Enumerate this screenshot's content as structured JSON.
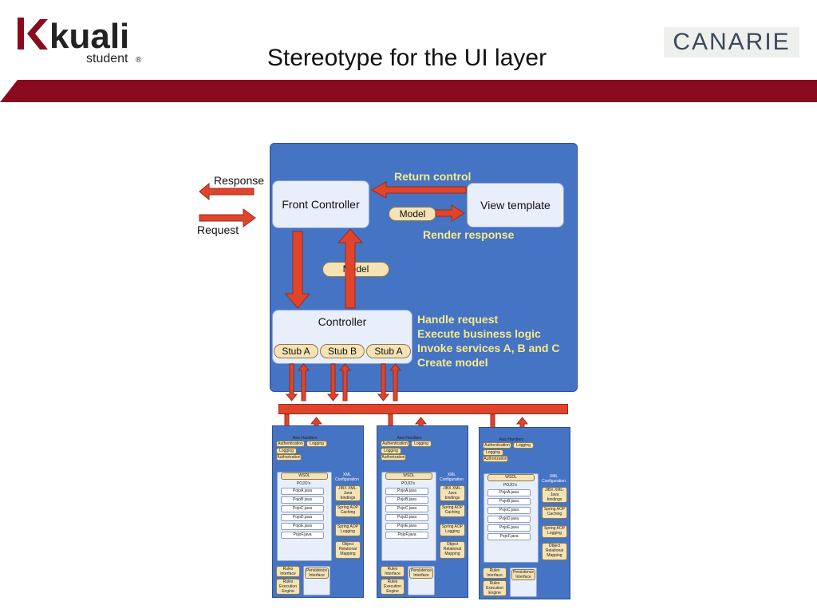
{
  "header": {
    "logo_text": "kuali",
    "logo_sub": "student",
    "logo_reg": "®",
    "title": "Stereotype for the UI layer",
    "partner_logo": "CANARIE"
  },
  "colors": {
    "brand_band": "#8a0a1e",
    "panel_blue": "#4674c4",
    "arrow_red": "#e0452b",
    "label_yellow": "#f7eb8a",
    "pill_tan": "#f5e3b6"
  },
  "diagram": {
    "response_label": "Response",
    "request_label": "Request",
    "front_controller": "Front Controller",
    "view_template": "View template",
    "return_control": "Return control",
    "render_response": "Render response",
    "model_top": "Model",
    "model_mid": "Model",
    "controller": "Controller",
    "stubs": [
      "Stub A",
      "Stub B",
      "Stub A"
    ],
    "controller_notes": [
      "Handle request",
      "Execute business logic",
      "Invoke services A, B and C",
      "Create model"
    ],
    "services": {
      "axis_handlers": "Axis Handlers",
      "authentication": "Authentication",
      "logging": "Logging",
      "authorization": "Authorization",
      "wsdl": "WSDL",
      "pojos": "POJO's",
      "pojo_files": [
        "PojoA.java",
        "PojoB.java",
        "PojoC.java",
        "PojoD.java",
        "PojoE.java",
        "PojoF.java"
      ],
      "xml_configuration": "XML Configuration",
      "jibx": "JIBX XML-Java bindings",
      "spring_caching": "Spring AOP Caching",
      "spring_logging": "Spring AOP Logging",
      "orm": "Object Relational Mapping",
      "rules_interface": "Rules Interface",
      "persistence_interface": "Persistence Interface",
      "rules_engine": "Rules Execution Engine"
    }
  }
}
